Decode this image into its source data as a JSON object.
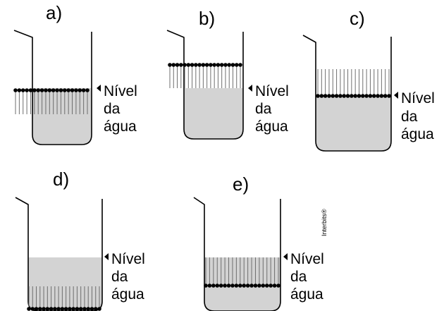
{
  "panels": [
    {
      "label": "a)",
      "level_text": [
        "Nível",
        "da",
        "água"
      ]
    },
    {
      "label": "b)",
      "level_text": [
        "Nível",
        "da",
        "água"
      ]
    },
    {
      "label": "c)",
      "level_text": [
        "Nível",
        "da",
        "água"
      ]
    },
    {
      "label": "d)",
      "level_text": [
        "Nível",
        "da",
        "água"
      ]
    },
    {
      "label": "e)",
      "level_text": [
        "Nível",
        "da",
        "água"
      ]
    }
  ],
  "credit": "Interbits®",
  "colors": {
    "water": "#d3d3d3",
    "outline": "#000000",
    "head": "#000000",
    "tail": "#6e6e6e"
  }
}
